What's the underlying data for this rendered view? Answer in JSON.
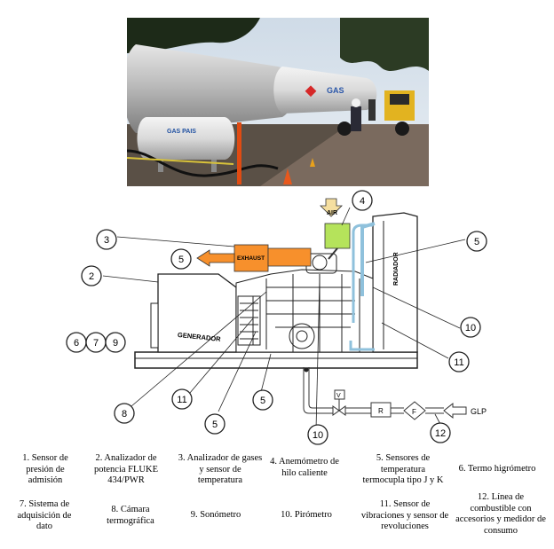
{
  "photo": {
    "truck_tank_text": "GAS",
    "small_tank_text": "GAS PAIS"
  },
  "diagram": {
    "labels": {
      "air": "AIR",
      "exhaust": "EXHAUST",
      "radiator": "RADIADOR",
      "generator": "GENERADOR",
      "valve": "V",
      "regulator": "R",
      "filter": "F",
      "fuel": "GLP"
    },
    "callouts": {
      "c1": "3",
      "c2": "4",
      "c3": "5",
      "c4": "2",
      "c5": "5",
      "c6": "6",
      "c7": "7",
      "c8": "9",
      "c9": "10",
      "c10": "11",
      "c11": "8",
      "c12": "11",
      "c13": "5",
      "c14": "5",
      "c15": "10",
      "c16": "12"
    },
    "colors": {
      "exhaust": "#f7902c",
      "air": "#b5e35b",
      "air_arrow": "#f5dfa0",
      "coolant": "#8fc1dc"
    }
  },
  "legend": {
    "i1": "1. Sensor de presión de admisión",
    "i2": "2. Analizador de potencia FLUKE 434/PWR",
    "i3": "3. Analizador de gases y sensor de temperatura",
    "i4": "4. Anemómetro de hilo caliente",
    "i5": "5. Sensores de temperatura termocupla tipo J y K",
    "i6": "6. Termo higrómetro",
    "i7": "7. Sistema de adquisición de dato",
    "i8": "8. Cámara termográfica",
    "i9": "9. Sonómetro",
    "i10": "10. Pirómetro",
    "i11": "11. Sensor de vibraciones y sensor de revoluciones",
    "i12": "12. Línea de combustible con accesorios y medidor de consumo"
  }
}
